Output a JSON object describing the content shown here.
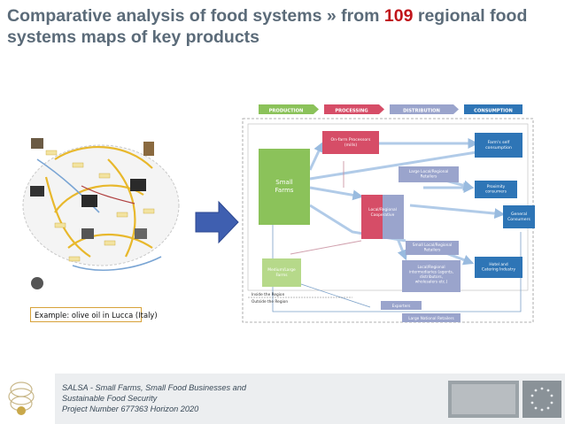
{
  "slide": {
    "title_part1": "Comparative analysis of food systems » from ",
    "title_highlight": "109",
    "title_part2": " regional food systems maps of key products"
  },
  "left_map": {
    "example_label": "Example: olive oil in Lucca (Italy)"
  },
  "right_map": {
    "stages": {
      "production": "PRODUCTION",
      "processing": "PROCESSING",
      "distribution": "DISTRIBUTION",
      "consumption": "CONSUMPTION"
    },
    "nodes": {
      "small_farms": [
        "Small",
        "Farms"
      ],
      "medium_large_farms": [
        "Medium/Large",
        "Farms"
      ],
      "on_farm_processors": [
        "On-farm Processors",
        "(mills)"
      ],
      "local_cooperative": [
        "Local/Regional",
        "Cooperative"
      ],
      "large_retailers": [
        "Large Local/Regional",
        "Retailers"
      ],
      "small_retailers": [
        "Small Local/Regional",
        "Retailers"
      ],
      "intermediaries": [
        "Local/Regional",
        "intermediaries (agents,",
        "distributors,",
        "wholesalers etc.)"
      ],
      "exporters": [
        "Exporters"
      ],
      "national_retailers": [
        "Large National Retailers"
      ],
      "self_consumption": [
        "Farm's self",
        "consumption"
      ],
      "proximity": [
        "Proximity",
        "consumers"
      ],
      "general_consumers": [
        "General",
        "Consumers"
      ],
      "horeca": [
        "Hotel and",
        "Catering Industry"
      ]
    },
    "region_labels": {
      "inside": "Inside the Region",
      "outside": "Outside the Region"
    }
  },
  "footer": {
    "line1": "SALSA - Small Farms, Small Food Businesses and",
    "line2": "Sustainable Food Security",
    "line3": "Project Number 677363 Horizon 2020"
  },
  "colors": {
    "title": "#5b6b79",
    "highlight": "#c0141a",
    "production": "#8bc25a",
    "processing": "#d64d67",
    "distribution": "#9aa4cc",
    "consumption": "#2e75b6",
    "arrow": "#3f5fb0"
  }
}
